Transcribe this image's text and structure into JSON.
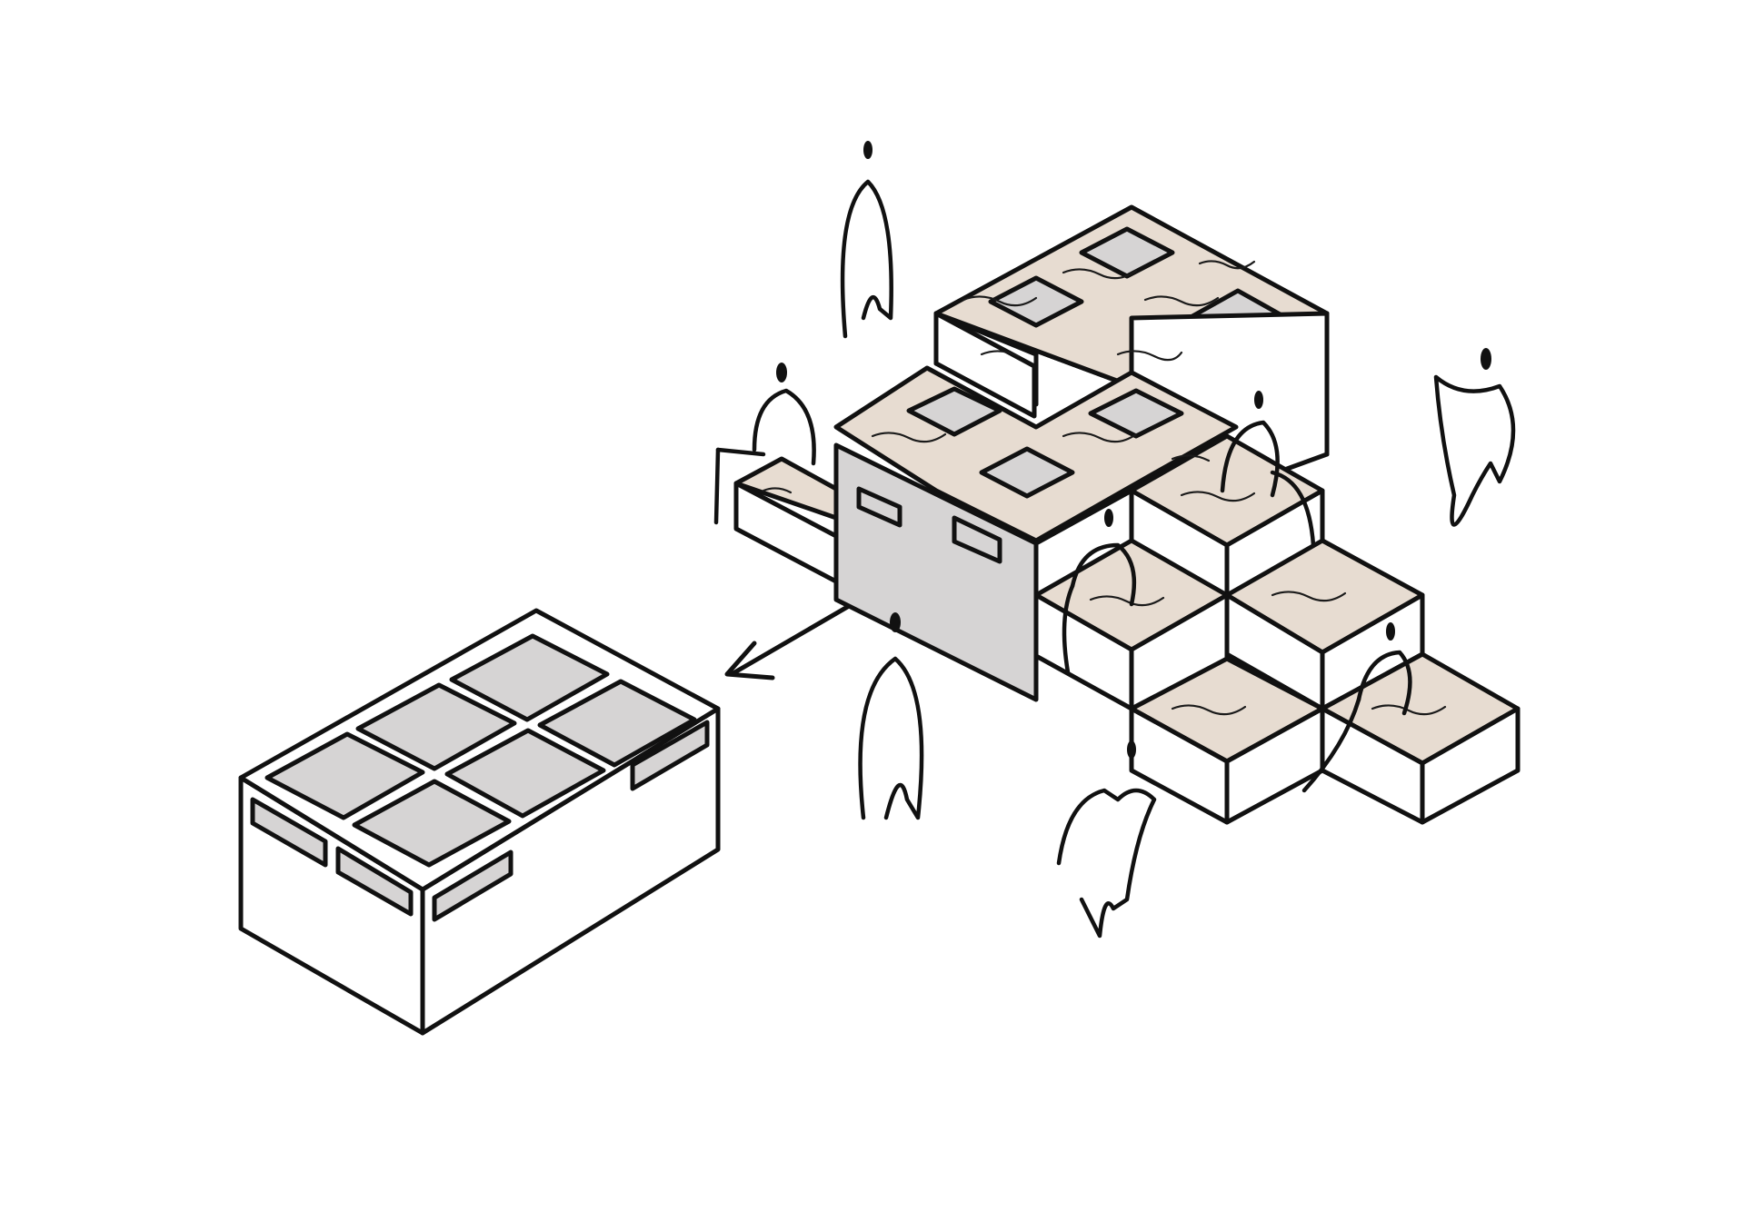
{
  "drawing": {
    "style": "hand-drawn axonometric sketch",
    "colors": {
      "ink": "#111111",
      "wood_deck": "#e7dcd1",
      "glass_panel": "#d6d4d4",
      "wall": "#ffffff",
      "background": "#ffffff"
    },
    "elements": [
      "compact-container-box",
      "arrow",
      "unfolded-stepped-platform",
      "human-figures"
    ]
  }
}
